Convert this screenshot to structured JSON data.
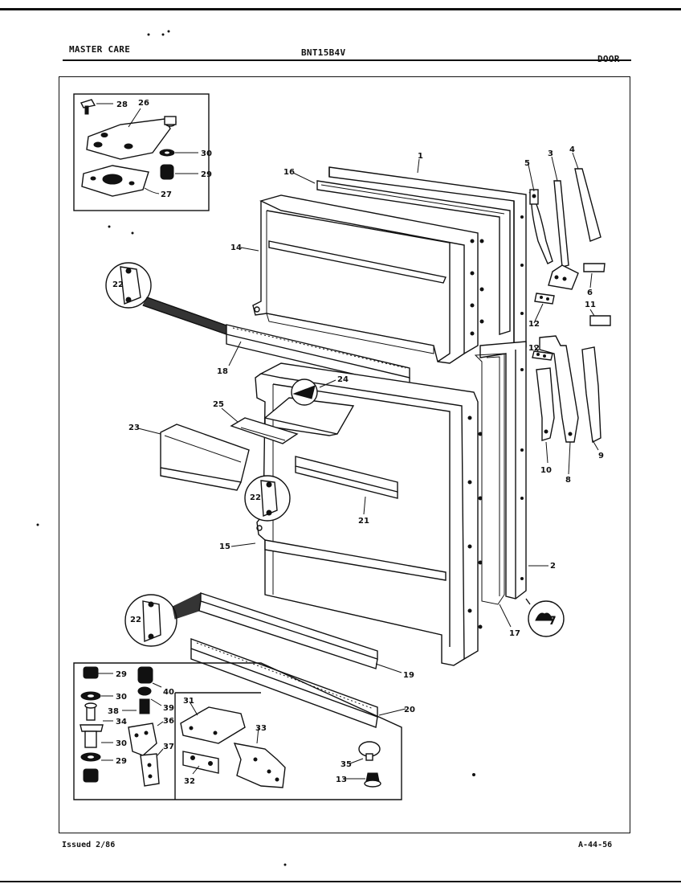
{
  "header": {
    "brand": "MASTER CARE",
    "model": "BNT15B4V",
    "section": "DOOR"
  },
  "footer": {
    "issued": "Issued 2/86",
    "code": "A-44-56"
  },
  "callouts": {
    "c1": "1",
    "c2": "2",
    "c3": "3",
    "c4": "4",
    "c5": "5",
    "c6": "6",
    "c7": "7",
    "c8": "8",
    "c9": "9",
    "c10": "10",
    "c11": "11",
    "c12": "12",
    "c12b": "12",
    "c13": "13",
    "c14": "14",
    "c15": "15",
    "c16": "16",
    "c17": "17",
    "c18": "18",
    "c19": "19",
    "c20": "20",
    "c21": "21",
    "c22a": "22",
    "c22b": "22",
    "c22c": "22",
    "c23": "23",
    "c24": "24",
    "c25": "25",
    "c26": "26",
    "c27": "27",
    "c28": "28",
    "c29a": "29",
    "c29b": "29",
    "c29c": "29",
    "c30a": "30",
    "c30b": "30",
    "c30c": "30",
    "c31": "31",
    "c32": "32",
    "c33": "33",
    "c34": "34",
    "c35": "35",
    "c36": "36",
    "c37": "37",
    "c38": "38",
    "c39": "39",
    "c40": "40"
  }
}
